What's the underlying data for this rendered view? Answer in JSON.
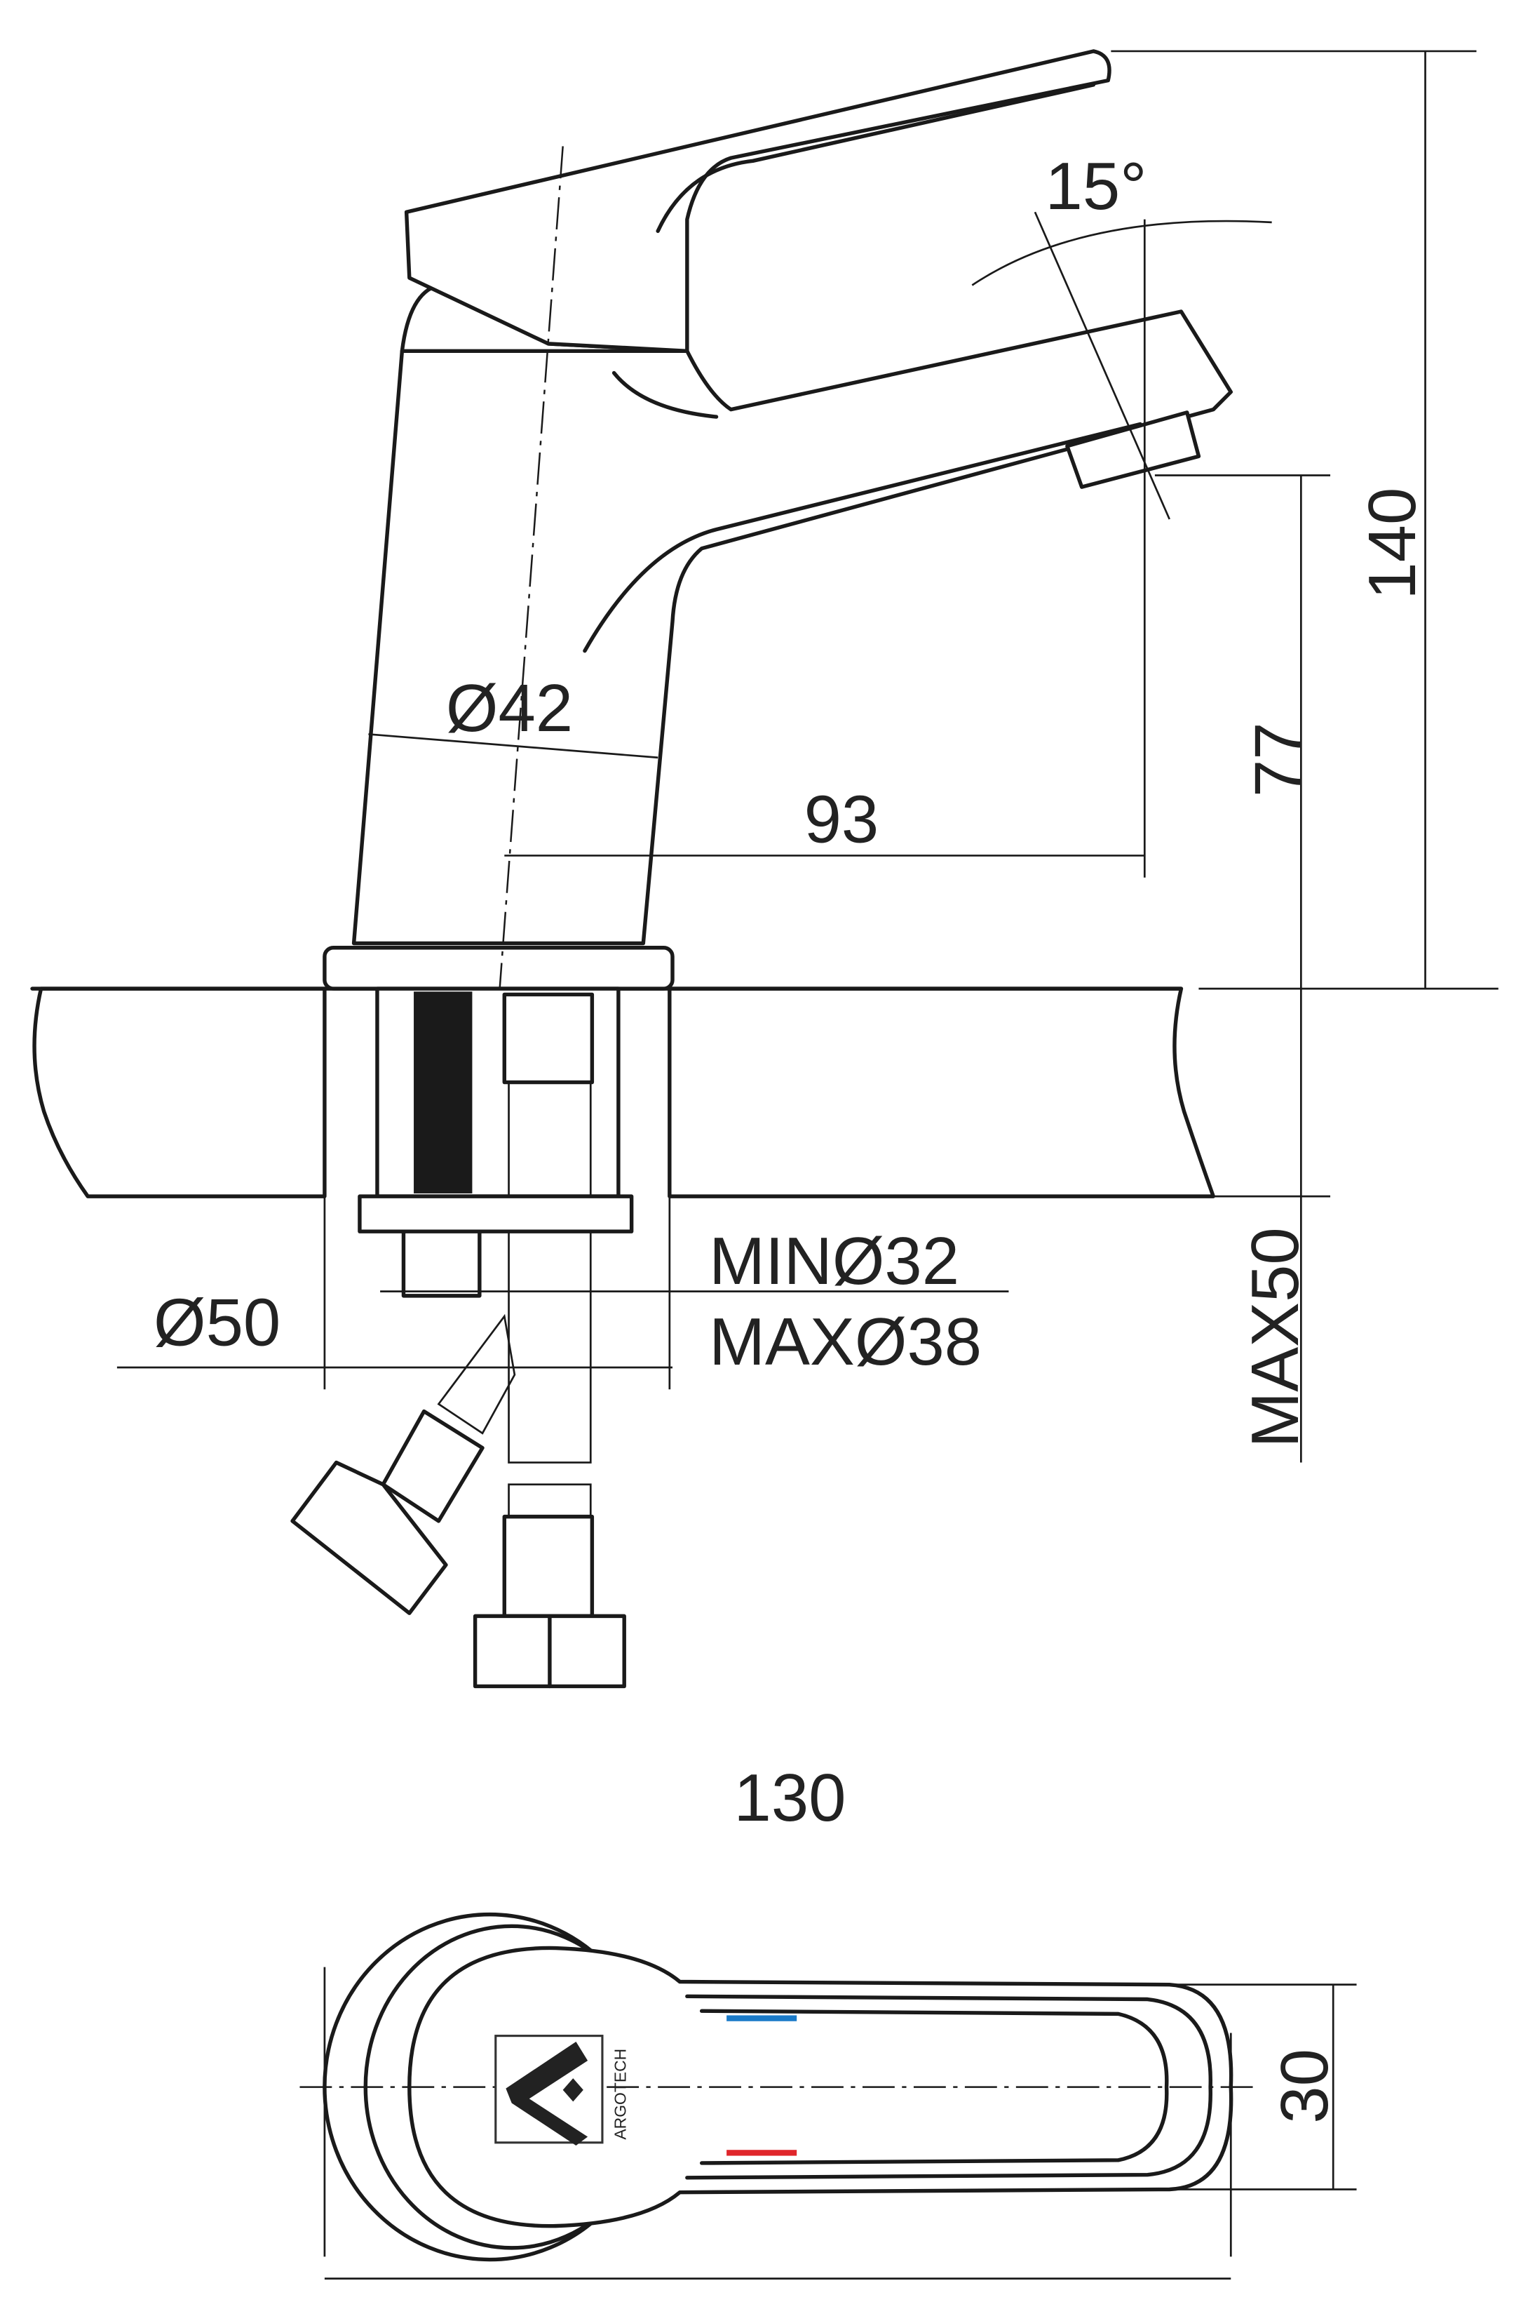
{
  "drawing": {
    "lever_angle": "15°",
    "body_diameter": "Ø42",
    "spout_reach": "93",
    "total_height": "140",
    "spout_height": "77",
    "hole_min": "MINØ32",
    "hole_max": "MAXØ38",
    "base_diameter": "Ø50",
    "max_counter_thickness": "MAX50",
    "top_length": "130",
    "top_width": "30"
  },
  "logo": {
    "brand": "ARGOTECH"
  },
  "colors": {
    "hot": "#e0262b",
    "cold": "#1a7ac8",
    "line": "#1a1a1a"
  }
}
